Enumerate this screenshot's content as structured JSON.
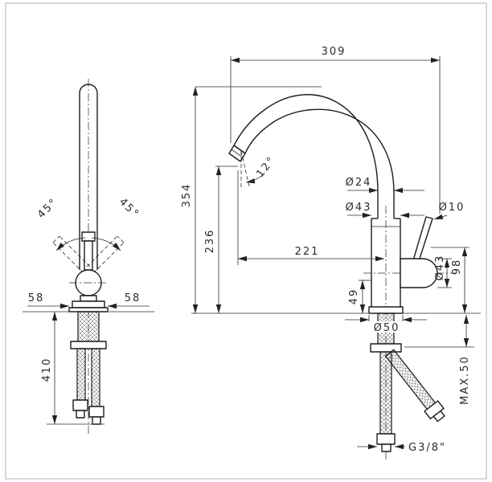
{
  "colors": {
    "line": "#1c1c1c",
    "frame": "#b0b0b0"
  },
  "front_view": {
    "swivel_left": "45°",
    "swivel_right": "45°",
    "base_left": "58",
    "base_right": "58",
    "hose_length": "410"
  },
  "side_view": {
    "overall_width": "309",
    "overall_height": "354",
    "outlet_height": "236",
    "outlet_angle": "12°",
    "spout_dia": "Ø24",
    "body_dia": "Ø43",
    "lever_dia": "Ø10",
    "handle_dia": "Ø43",
    "handle_height": "98",
    "reach": "221",
    "deck_step": "49",
    "base_dia": "Ø50",
    "max_deck_thickness": "MAX.50",
    "inlet_thread": "G3/8\""
  }
}
